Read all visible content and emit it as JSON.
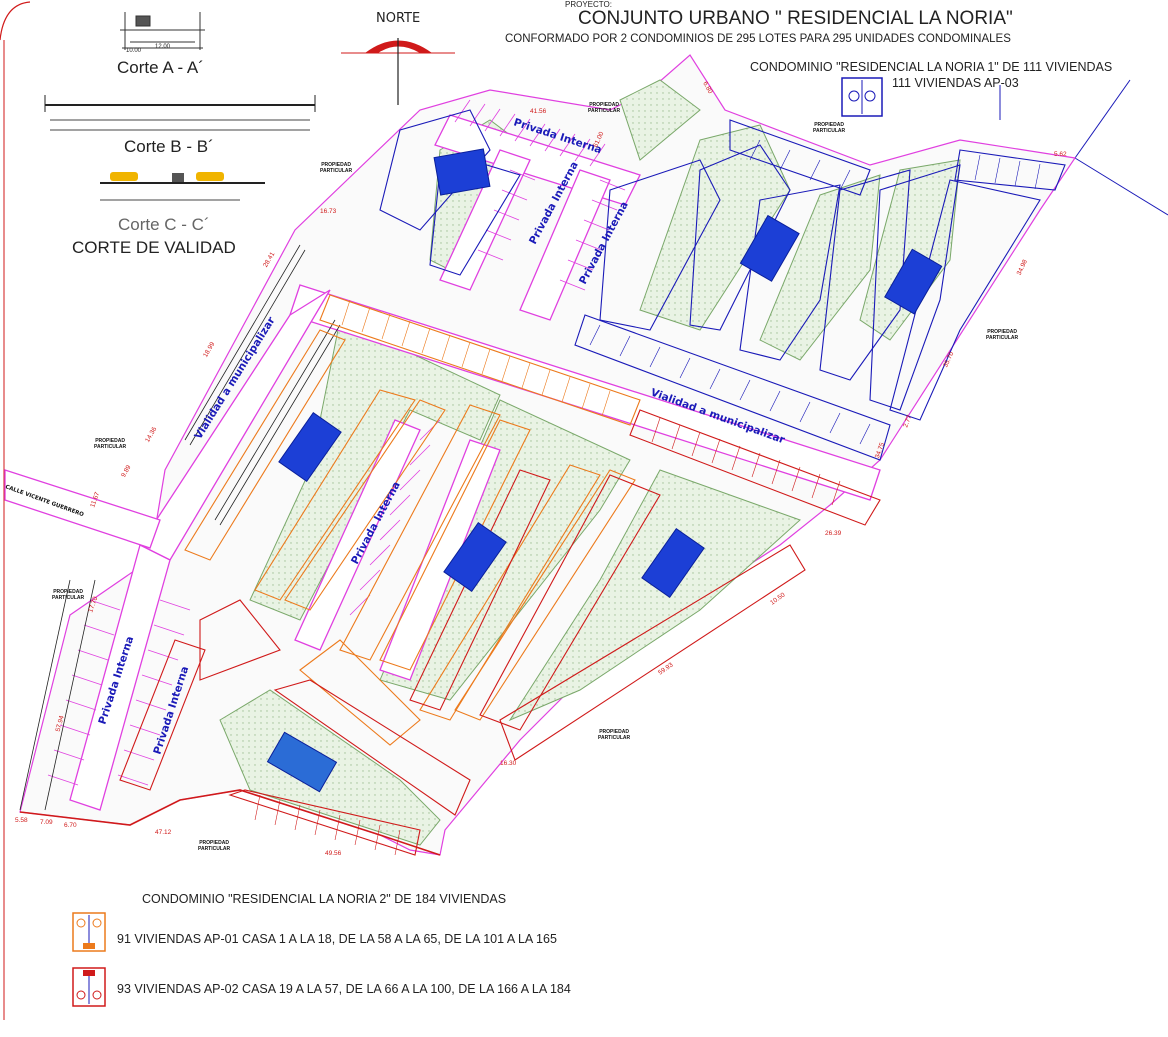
{
  "project": {
    "label": "PROYECTO:",
    "title": "CONJUNTO URBANO \" RESIDENCIAL LA NORIA\"",
    "subtitle": "CONFORMADO POR 2 CONDOMINIOS  DE  295 LOTES PARA 295 UNIDADES CONDOMINALES"
  },
  "condominio1": {
    "title": "CONDOMINIO \"RESIDENCIAL LA NORIA 1\"  DE 111 VIVIENDAS",
    "type_label": "111 VIVIENDAS AP-03",
    "color": "#1a1ab8"
  },
  "condominio2": {
    "title": "CONDOMINIO \"RESIDENCIAL LA NORIA 2\"  DE 184 VIVIENDAS"
  },
  "legend": [
    {
      "text": "91 VIVIENDAS AP-01 CASA 1 A LA 18, DE LA 58 A LA 65, DE LA 101 A LA 165",
      "color": "#ec7a1c"
    },
    {
      "text": "93 VIVIENDAS AP-02 CASA 19 A LA 57, DE LA 66 A LA 100, DE LA 166 A LA 184",
      "color": "#d01a1a"
    }
  ],
  "north_label": "NORTE",
  "sections": {
    "corte_a": "Corte A - A´",
    "corte_b": "Corte B - B´",
    "corte_c": "Corte C - C´",
    "corte_validad": "CORTE DE VALIDAD",
    "dim_a1": "10.00",
    "dim_a2": "12.00"
  },
  "labels": {
    "privada": "Privada Interna",
    "vialidad": "Vialidad a municipalizar",
    "calle": "CALLE VICENTE GUERRERO",
    "propiedad_1": "PROPIEDAD",
    "propiedad_2": "PARTICULAR"
  },
  "dims": {
    "d1": "5.58",
    "d2": "7.09",
    "d3": "6.70",
    "d4": "47.12",
    "d5": "49.56",
    "d6": "11.67",
    "d7": "17.70",
    "d8": "57.94",
    "d9": "16.30",
    "d10": "59.93",
    "d11": "10.50",
    "d12": "26.39",
    "d13": "34.75",
    "d14": "2.77",
    "d15": "35.70",
    "d16": "34.98",
    "d17": "28.41",
    "d18": "16.73",
    "d19": "61.00",
    "d20": "41.56",
    "d21": "6.80",
    "d22": "14.36",
    "d23": "18.99",
    "d24": "9.89",
    "d25": "5.62"
  },
  "colors": {
    "orange": "#ec7a1c",
    "red": "#d01a1a",
    "blue": "#1a1ab8",
    "magenta": "#e040e0",
    "green_area": "#e8f2e2",
    "pool": "#1c3fd6"
  }
}
